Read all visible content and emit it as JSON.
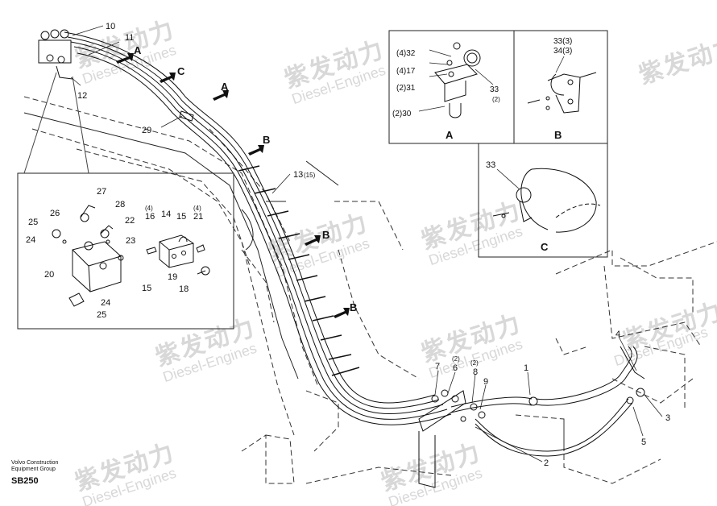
{
  "watermark": {
    "cn": "紫发动力",
    "en": "Diesel-Engines"
  },
  "footer": {
    "company": "Volvo Construction",
    "group": "Equipment Group",
    "code": "SB250"
  },
  "panels": {
    "A": "A",
    "B": "B",
    "C": "C"
  },
  "arrow_labels": {
    "a1": "A",
    "a2": "A",
    "c": "C",
    "b1": "B",
    "b2": "B",
    "b3": "B"
  },
  "callouts": {
    "n10": "10",
    "n11": "11",
    "n12": "12",
    "n29": "29",
    "n13": "13",
    "n13q": "(15)",
    "n1": "1",
    "n2": "2",
    "n3": "3",
    "n4": "4",
    "n5": "5",
    "n6": "6",
    "n6q": "(2)",
    "n7": "7",
    "n8": "8",
    "n8q": "(2)",
    "n9": "9",
    "d27": "27",
    "d26": "26",
    "d28": "28",
    "d25a": "25",
    "d22": "22",
    "d24a": "24",
    "d23": "23",
    "d20": "20",
    "d24b": "24",
    "d25b": "25",
    "d15a": "15",
    "d15b": "15",
    "d14": "14",
    "d16": "16",
    "d16q": "(4)",
    "d21": "21",
    "d21q": "(4)",
    "d19": "19",
    "d18": "18",
    "a32": "(4)32",
    "a17": "(4)17",
    "a31": "(2)31",
    "a30": "(2)30",
    "a33": "33",
    "a33q": "(2)",
    "b33": "33(3)",
    "b34": "34(3)",
    "c33": "33"
  }
}
